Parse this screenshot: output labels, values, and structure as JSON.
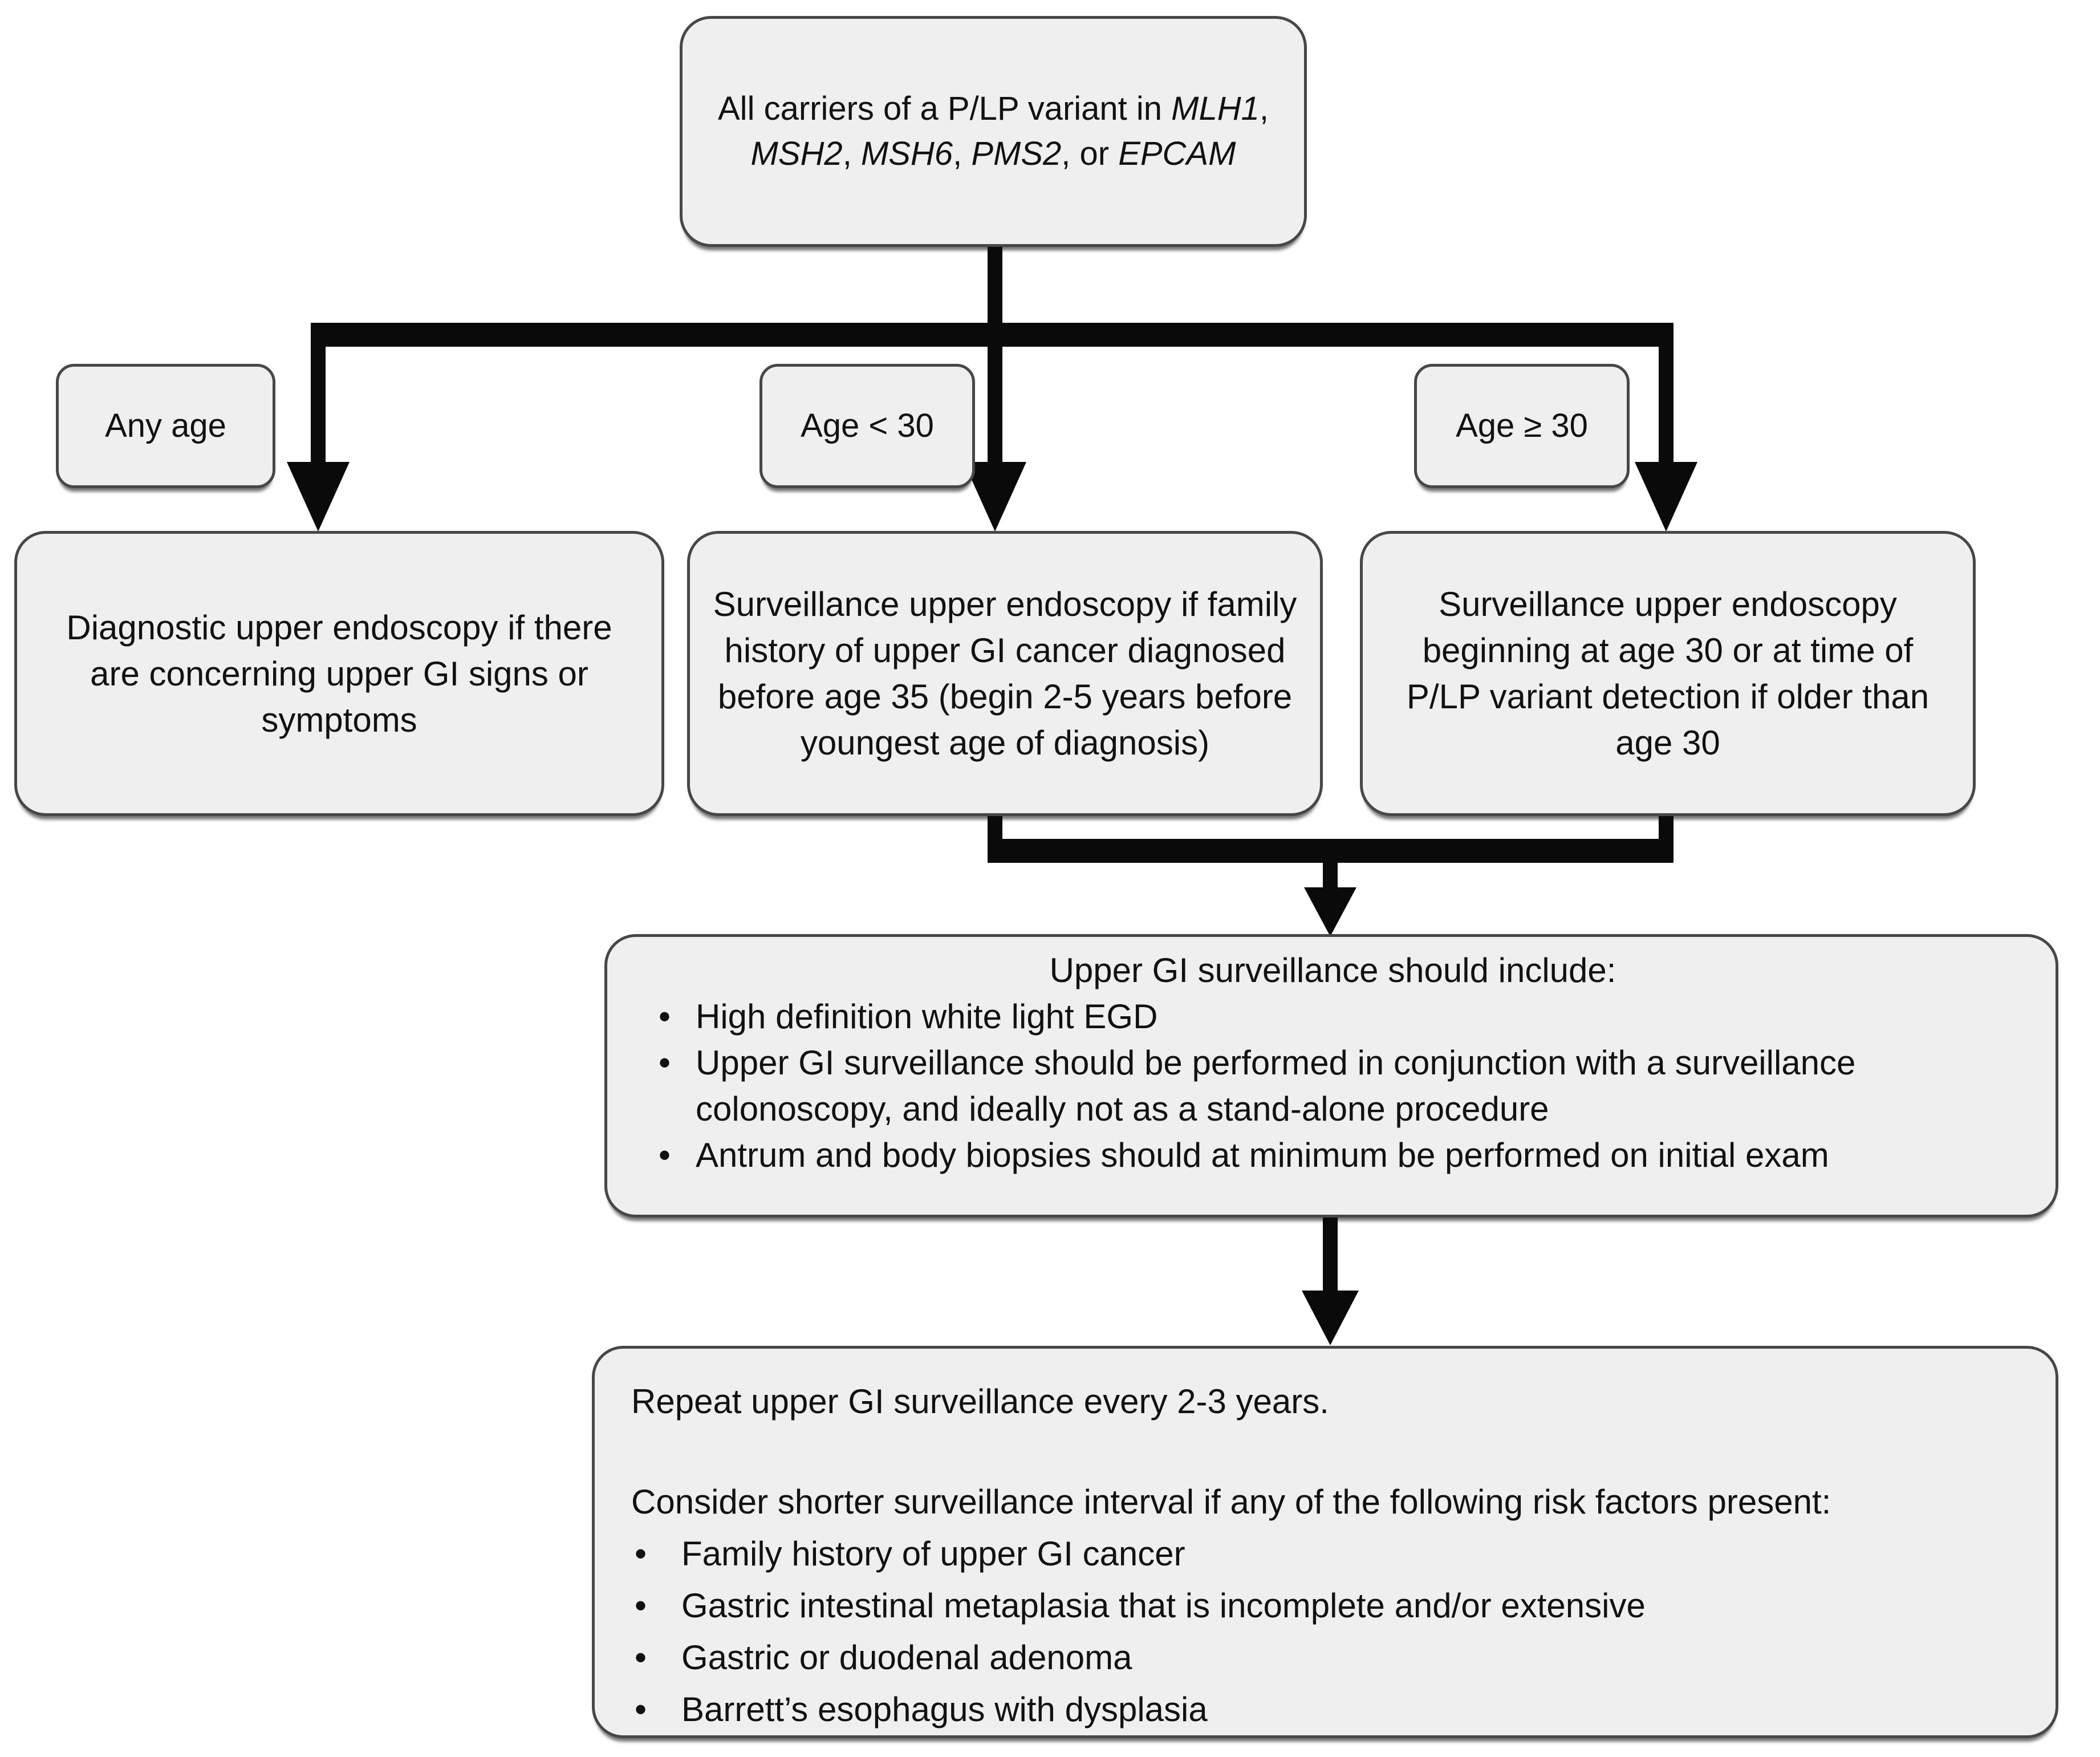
{
  "diagram": {
    "root_box": {
      "text": "All carriers of a P/LP variant in MLH1, MSH2, MSH6, PMS2, or EPCAM",
      "segments": [
        {
          "t": "All carriers of a P/LP variant in ",
          "i": false
        },
        {
          "t": "MLH1",
          "i": true
        },
        {
          "t": ", ",
          "i": false
        },
        {
          "t": "MSH2",
          "i": true
        },
        {
          "t": ", ",
          "i": false
        },
        {
          "t": "MSH6",
          "i": true
        },
        {
          "t": ", ",
          "i": false
        },
        {
          "t": "PMS2",
          "i": true
        },
        {
          "t": ", or ",
          "i": false
        },
        {
          "t": "EPCAM",
          "i": true
        }
      ]
    },
    "branch_labels": {
      "left": "Any age",
      "middle": "Age < 30",
      "right": "Age ≥ 30"
    },
    "branch_boxes": {
      "left": "Diagnostic upper endoscopy if there are concerning upper GI signs or symptoms",
      "middle": "Surveillance upper endoscopy if family history of upper GI cancer diagnosed before age 35 (begin 2-5 years before youngest age of diagnosis)",
      "right": "Surveillance upper endoscopy beginning at age 30 or at time of P/LP variant detection if older than age 30"
    },
    "surveillance_box": {
      "title": "Upper GI surveillance should include:",
      "bullets": [
        "High definition white light EGD",
        "Upper GI surveillance should be performed in conjunction with a surveillance colonoscopy, and ideally not as a stand-alone procedure",
        "Antrum and body biopsies should at minimum be performed on initial exam"
      ]
    },
    "repeat_box": {
      "line1": "Repeat upper GI surveillance every 2-3 years.",
      "line2": "Consider shorter surveillance interval if any of the following risk factors present:",
      "bullets": [
        "Family history of upper GI cancer",
        "Gastric intestinal metaplasia that is incomplete and/or extensive",
        "Gastric or duodenal adenoma",
        "Barrett’s esophagus with dysplasia"
      ]
    },
    "colors": {
      "box_fill": "#efefef",
      "box_border": "#474747",
      "connector": "#0a0a0a",
      "background": "#ffffff",
      "text": "#111111"
    }
  }
}
